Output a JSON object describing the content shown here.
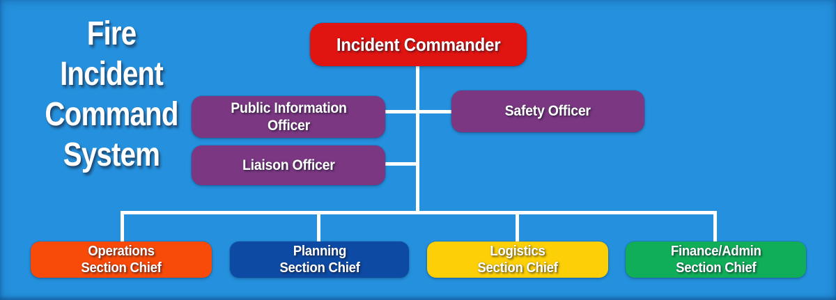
{
  "title": {
    "text": "Fire\nIncident\nCommand\nSystem",
    "color": "#ffffff"
  },
  "diagram": {
    "background_color": "#2591de",
    "connector_color": "#ffffff",
    "text_color": "#ffffff",
    "nodes": {
      "incident_commander": {
        "label": "Incident Commander",
        "color": "#e01410",
        "reports_to": null
      },
      "public_information_officer": {
        "label": "Public Information\nOfficer",
        "color": "#7b3782",
        "reports_to": "incident_commander"
      },
      "safety_officer": {
        "label": "Safety Officer",
        "color": "#7b3782",
        "reports_to": "incident_commander"
      },
      "liaison_officer": {
        "label": "Liaison Officer",
        "color": "#7b3782",
        "reports_to": "incident_commander"
      },
      "operations_section_chief": {
        "label": "Operations\nSection Chief",
        "color": "#f84a08",
        "reports_to": "incident_commander"
      },
      "planning_section_chief": {
        "label": "Planning\nSection Chief",
        "color": "#0c4aa4",
        "reports_to": "incident_commander"
      },
      "logistics_section_chief": {
        "label": "Logistics\nSection Chief",
        "color": "#fccf06",
        "reports_to": "incident_commander"
      },
      "finance_admin_section_chief": {
        "label": "Finance/Admin\nSection Chief",
        "color": "#10ae58",
        "reports_to": "incident_commander"
      }
    }
  }
}
